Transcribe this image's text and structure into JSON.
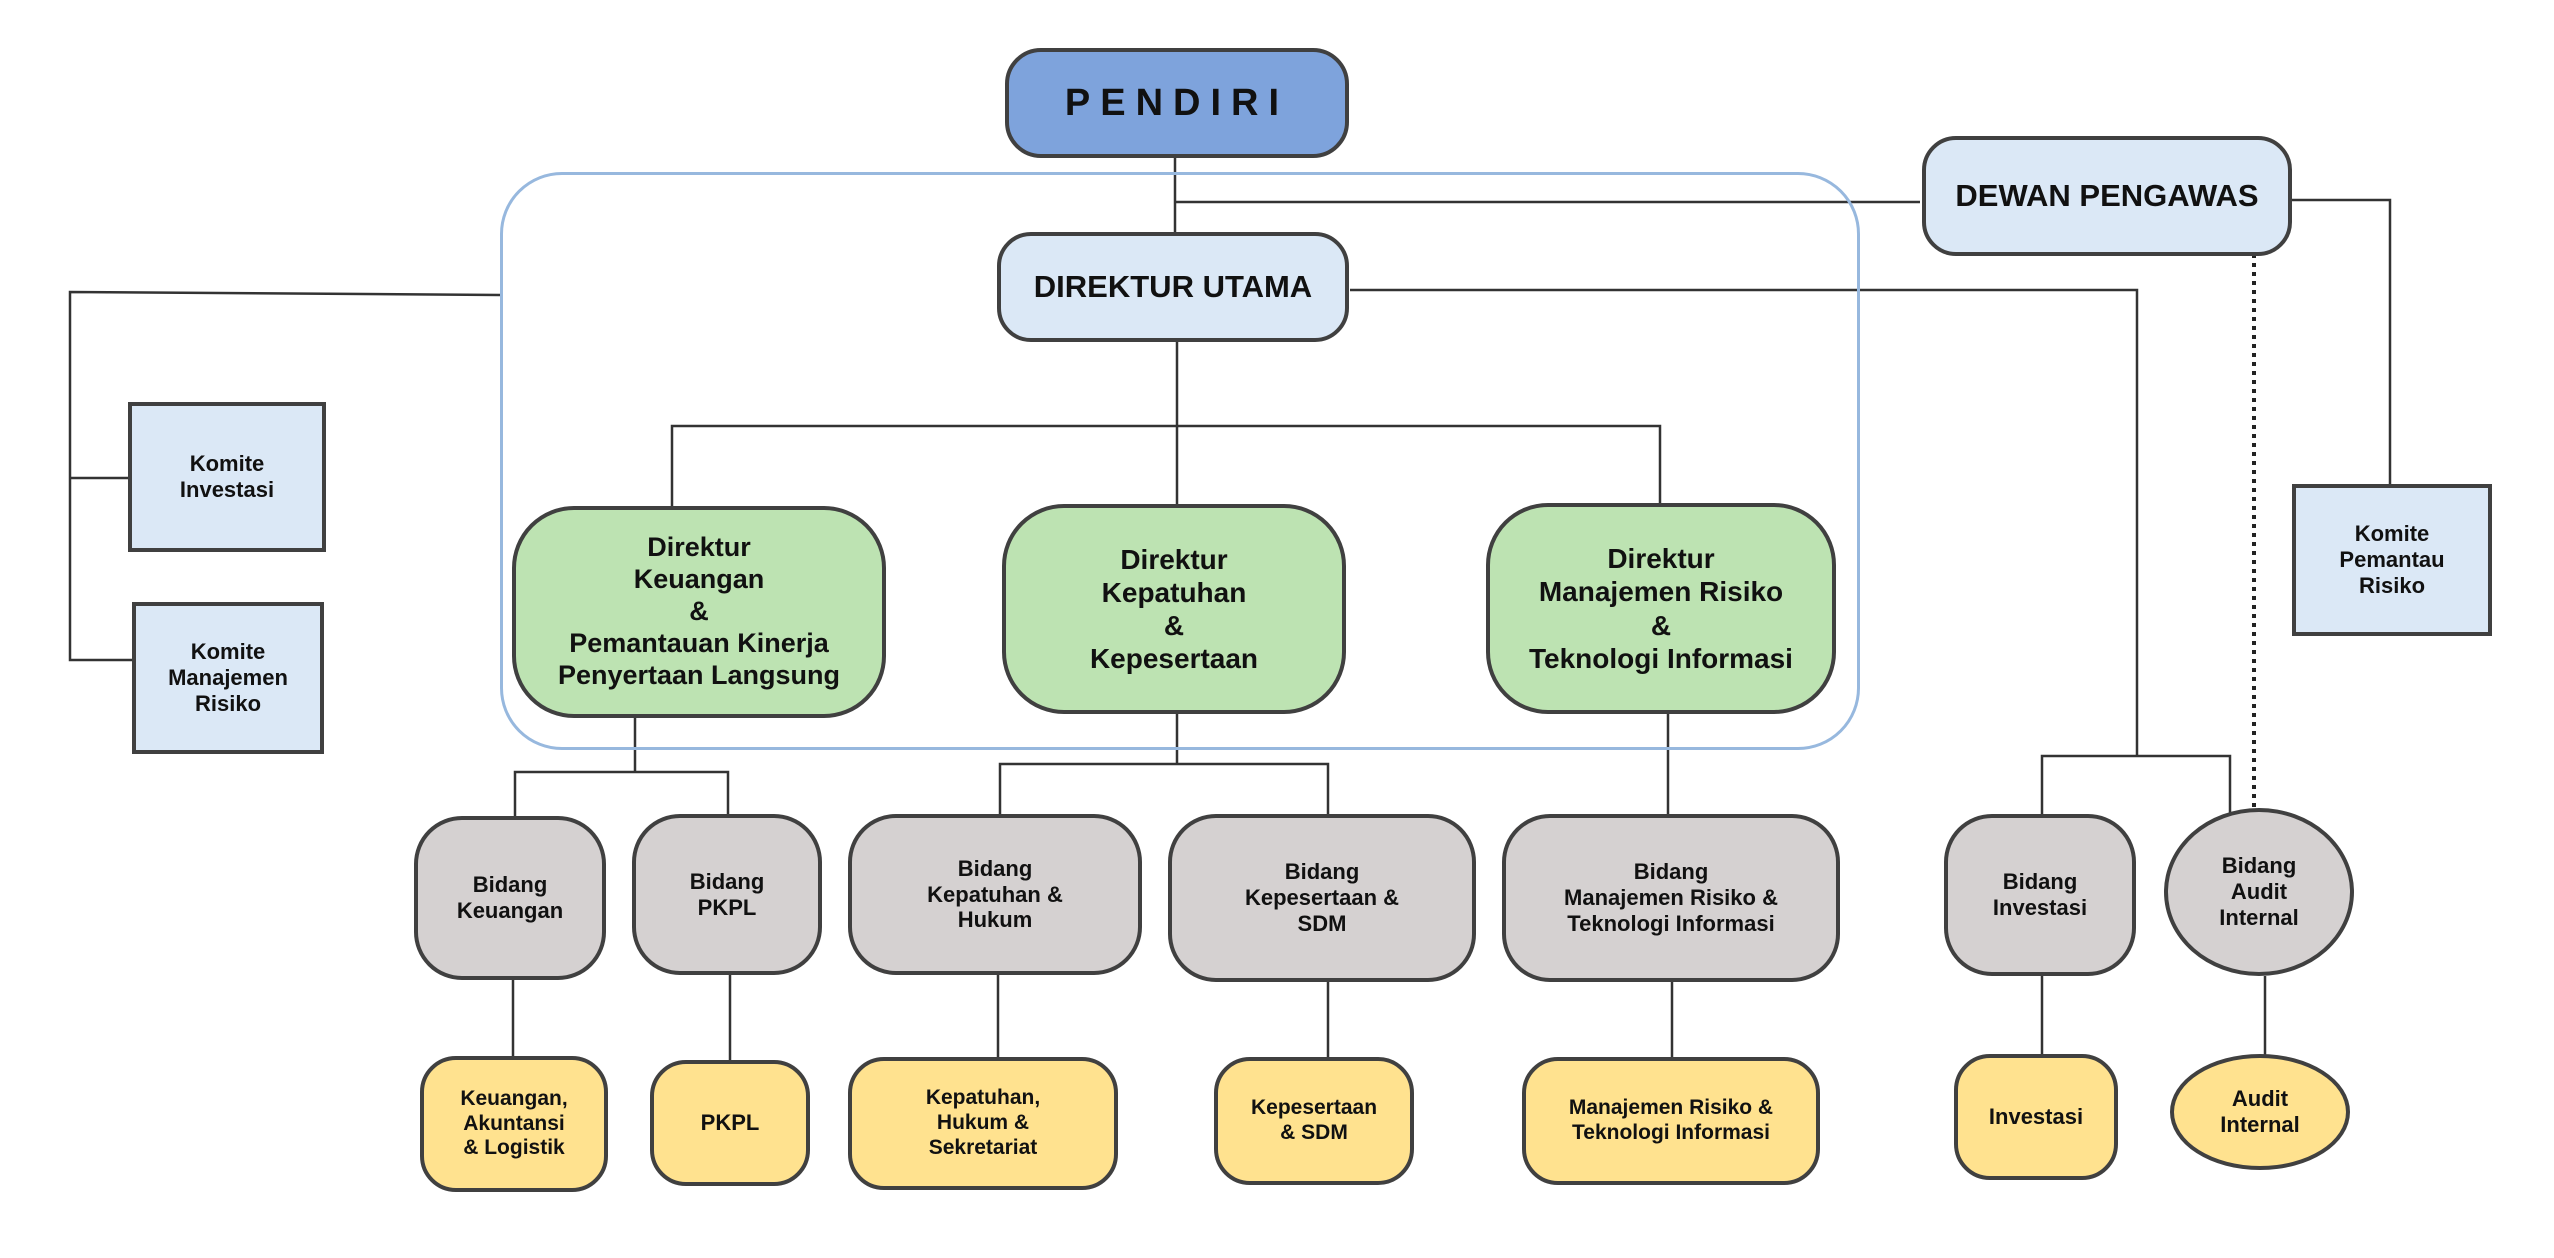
{
  "founder": {
    "title": "PENDIRI"
  },
  "supervisory_board": {
    "title": "DEWAN PENGAWAS"
  },
  "ceo": {
    "title": "DIREKTUR UTAMA"
  },
  "committees": {
    "investment": [
      "Komite",
      "Investasi"
    ],
    "risk_management": [
      "Komite",
      "Manajemen",
      "Risiko"
    ],
    "risk_monitoring": [
      "Komite",
      "Pemantau",
      "Risiko"
    ]
  },
  "directors": {
    "finance": [
      "Direktur",
      "Keuangan",
      "&",
      "Pemantauan Kinerja",
      "Penyertaan Langsung"
    ],
    "compliance": [
      "Direktur",
      "Kepatuhan",
      "&",
      "Kepesertaan"
    ],
    "risk_it": [
      "Direktur",
      "Manajemen Risiko",
      "&",
      "Teknologi Informasi"
    ]
  },
  "divisions": {
    "finance": [
      "Bidang",
      "Keuangan"
    ],
    "pkpl": [
      "Bidang",
      "PKPL"
    ],
    "compliance_law": [
      "Bidang",
      "Kepatuhan &",
      "Hukum"
    ],
    "membership_hr": [
      "Bidang",
      "Kepesertaan &",
      "SDM"
    ],
    "risk_it": [
      "Bidang",
      "Manajemen Risiko &",
      "Teknologi Informasi"
    ],
    "investment": [
      "Bidang",
      "Investasi"
    ],
    "internal_audit": [
      "Bidang",
      "Audit",
      "Internal"
    ]
  },
  "units": {
    "finance": [
      "Keuangan,",
      "Akuntansi",
      "& Logistik"
    ],
    "pkpl": [
      "PKPL"
    ],
    "compliance": [
      "Kepatuhan,",
      "Hukum &",
      "Sekretariat"
    ],
    "membership": [
      "Kepesertaan",
      "& SDM"
    ],
    "risk_it": [
      "Manajemen Risiko &",
      "Teknologi Informasi"
    ],
    "investment": [
      "Investasi"
    ],
    "audit": [
      "Audit",
      "Internal"
    ]
  },
  "colors": {
    "founder": "#7ea3dc",
    "board": "#dbe8f6",
    "director": "#bde3b2",
    "division": "#d5d1d1",
    "unit": "#ffe28f",
    "frame": "#97b8de",
    "line": "#333333"
  }
}
